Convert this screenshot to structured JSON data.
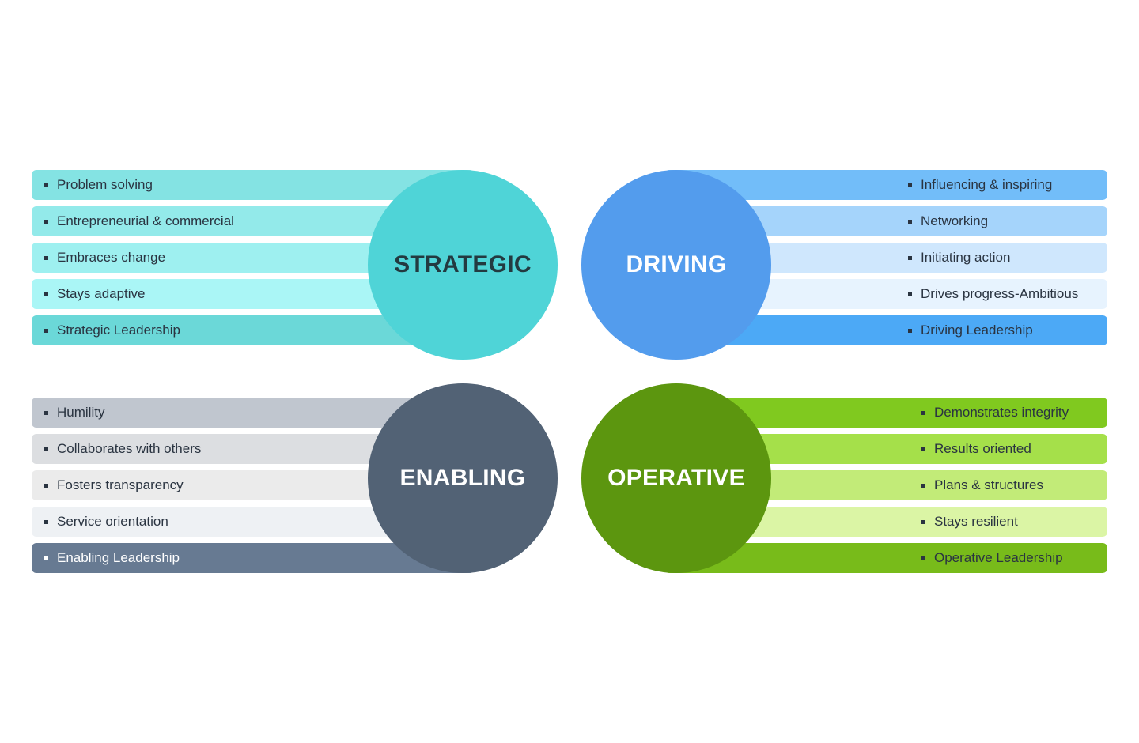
{
  "quadrants": [
    {
      "id": "strategic",
      "title": "STRATEGIC",
      "circle_color": "#4fd4d7",
      "title_color": "#233a40",
      "items": [
        {
          "label": "Problem solving",
          "color": "#84e3e3"
        },
        {
          "label": "Entrepreneurial & commercial",
          "color": "#93eaea"
        },
        {
          "label": "Embraces change",
          "color": "#9ef0f0"
        },
        {
          "label": "Stays adaptive",
          "color": "#aaf6f6"
        },
        {
          "label": "Strategic Leadership",
          "color": "#6bd8d8"
        }
      ]
    },
    {
      "id": "driving",
      "title": "DRIVING",
      "circle_color": "#539ced",
      "title_color": "#ffffff",
      "items": [
        {
          "label": "Influencing & inspiring",
          "color": "#72bdf9"
        },
        {
          "label": "Networking",
          "color": "#a5d4fb"
        },
        {
          "label": "Initiating action",
          "color": "#cfe7fd"
        },
        {
          "label": "Drives progress-Ambitious",
          "color": "#e7f3fe"
        },
        {
          "label": "Driving Leadership",
          "color": "#4ca9f6"
        }
      ]
    },
    {
      "id": "enabling",
      "title": "ENABLING",
      "circle_color": "#526275",
      "title_color": "#ffffff",
      "items": [
        {
          "label": "Humility",
          "color": "#c0c6cf",
          "dark": false
        },
        {
          "label": "Collaborates with others",
          "color": "#dcdee1",
          "dark": false
        },
        {
          "label": "Fosters transparency",
          "color": "#ebebeb",
          "dark": false
        },
        {
          "label": "Service orientation",
          "color": "#eef1f4",
          "dark": false
        },
        {
          "label": "Enabling Leadership",
          "color": "#677a92",
          "dark": true
        }
      ]
    },
    {
      "id": "operative",
      "title": "OPERATIVE",
      "circle_color": "#5c960f",
      "title_color": "#ffffff",
      "items": [
        {
          "label": "Demonstrates integrity",
          "color": "#80c91f"
        },
        {
          "label": "Results oriented",
          "color": "#a5e04a"
        },
        {
          "label": "Plans & structures",
          "color": "#c2eb78"
        },
        {
          "label": "Stays resilient",
          "color": "#dbf5a5"
        },
        {
          "label": "Operative Leadership",
          "color": "#78bb1a"
        }
      ]
    }
  ]
}
